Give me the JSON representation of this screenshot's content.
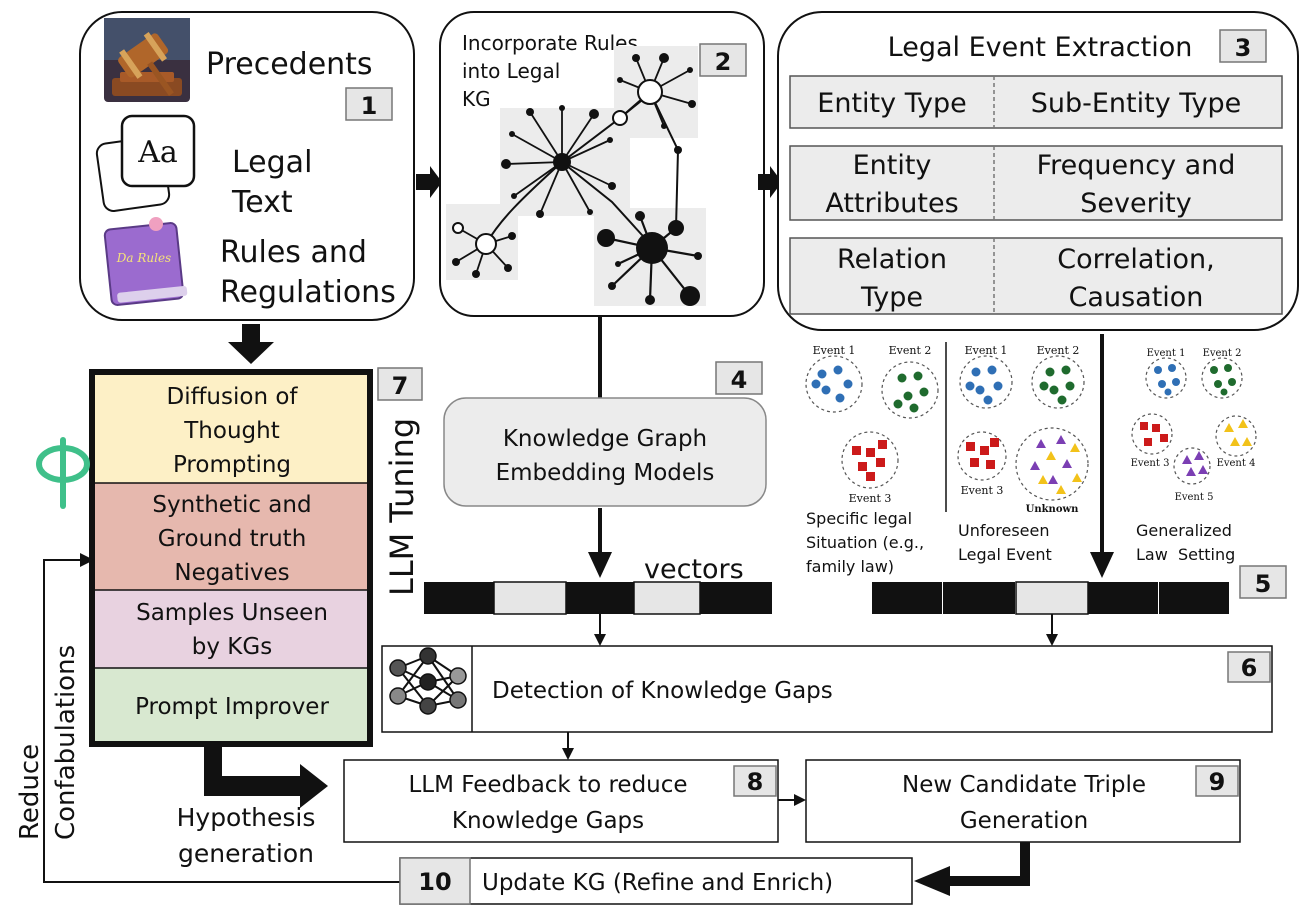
{
  "box1": {
    "number": "1",
    "items": [
      {
        "label_lines": [
          "Precedents"
        ],
        "icon": "gavel-icon"
      },
      {
        "label_lines": [
          "Legal",
          "Text"
        ],
        "icon": "text-cards-icon",
        "icon_text": "Aa"
      },
      {
        "label_lines": [
          "Rules and",
          "Regulations"
        ],
        "icon": "rule-book-icon",
        "icon_text": "Da Rules"
      }
    ]
  },
  "box2": {
    "number": "2",
    "title_lines": [
      "Incorporate Rules",
      "into Legal",
      "KG"
    ]
  },
  "box3": {
    "number": "3",
    "title": "Legal Event Extraction",
    "rows": [
      {
        "left": [
          "Entity Type"
        ],
        "right": [
          "Sub-Entity Type"
        ]
      },
      {
        "left": [
          "Entity",
          "Attributes"
        ],
        "right": [
          "Frequency and",
          "Severity"
        ]
      },
      {
        "left": [
          "Relation",
          "Type"
        ],
        "right": [
          "Correlation,",
          "Causation"
        ]
      }
    ]
  },
  "box4": {
    "number": "4",
    "label_lines": [
      "Knowledge Graph",
      "Embedding Models"
    ],
    "vectors_label": "vectors"
  },
  "box5": {
    "number": "5",
    "panels": [
      {
        "caption_lines": [
          "Specific legal",
          "Situation (e.g.,",
          "family law)"
        ],
        "event_labels": [
          "Event 1",
          "Event 2",
          "Event 3"
        ]
      },
      {
        "caption_lines": [
          "Unforeseen",
          "Legal Event"
        ],
        "event_labels": [
          "Event 1",
          "Event 2",
          "Event 3",
          "Unknown"
        ]
      },
      {
        "caption_lines": [
          "Generalized",
          "Law  Setting"
        ],
        "event_labels": [
          "Event 1",
          "Event 2",
          "Event 3",
          "Event 4",
          "Event 5"
        ]
      }
    ],
    "colors": {
      "blue": "#2f6fb5",
      "green": "#1f6b2e",
      "red": "#cc1a1a",
      "purple": "#7b3fb3",
      "yellow": "#f2c21a"
    }
  },
  "box6": {
    "number": "6",
    "label": "Detection of Knowledge Gaps"
  },
  "box7": {
    "number": "7",
    "side_label": "LLM Tuning",
    "logo": "phi-logo-icon",
    "sections": [
      {
        "lines": [
          "Diffusion of",
          "Thought",
          "Prompting"
        ],
        "color": "#fdf0c6"
      },
      {
        "lines": [
          "Synthetic and",
          "Ground truth",
          "Negatives"
        ],
        "color": "#e6b8ae"
      },
      {
        "lines": [
          "Samples Unseen",
          "by KGs"
        ],
        "color": "#e8d2e0"
      },
      {
        "lines": [
          "Prompt Improver"
        ],
        "color": "#d8e8d0"
      }
    ]
  },
  "box8": {
    "number": "8",
    "label_lines": [
      "LLM Feedback to reduce",
      "Knowledge Gaps"
    ]
  },
  "box9": {
    "number": "9",
    "label_lines": [
      "New Candidate Triple",
      "Generation"
    ]
  },
  "box10": {
    "number": "10",
    "label": "Update KG (Refine and Enrich)"
  },
  "labels": {
    "hypothesis_lines": [
      "Hypothesis",
      "generation"
    ],
    "reduce_lines": [
      "Reduce",
      "Confabulations"
    ]
  }
}
